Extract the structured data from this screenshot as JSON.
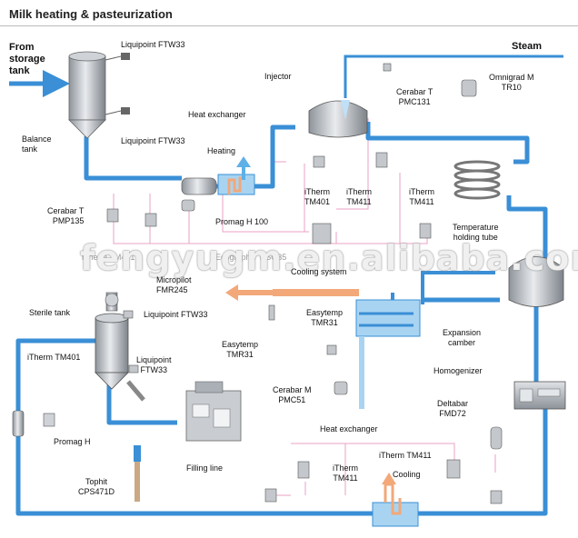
{
  "title": "Milk heating & pasteurization",
  "labels": {
    "from_storage": "From\nstorage\ntank",
    "steam": "Steam",
    "liquipoint_top": "Liquipoint FTW33",
    "liquipoint_mid": "Liquipoint FTW33",
    "balance_tank": "Balance\ntank",
    "heat_exchanger_top": "Heat exchanger",
    "heating": "Heating",
    "injector": "Injector",
    "cerabar_top": "Cerabar T\nPMC131",
    "omnigrad": "Omnigrad M\nTR10",
    "cerabar_left": "Cerabar T\nPMP135",
    "promag_h100": "Promag H 100",
    "itherm_tm401_a": "iTherm\nTM401",
    "itherm_tm411_a": "iTherm\nTM411",
    "itherm_tm411_b": "iTherm\nTM411",
    "temp_holding": "Temperature\nholding tube",
    "cooling_system": "Cooling system",
    "micropilot": "Micropilot\nFMR245",
    "sterile_tank": "Sterile tank",
    "liquipoint_sterile_top": "Liquipoint FTW33",
    "easytemp_a": "Easytemp\nTMR31",
    "expansion": "Expansion\ncamber",
    "itherm_tm401_b": "iTherm TM401",
    "liquipoint_sterile_bot": "Liquipoint\nFTW33",
    "easytemp_b": "Easytemp\nTMR31",
    "homogenizer": "Homogenizer",
    "cerabar_m": "Cerabar M\nPMC51",
    "deltabar": "Deltabar\nFMD72",
    "promag_h": "Promag H",
    "filling_line": "Filling line",
    "heat_exchanger_bot": "Heat exchanger",
    "itherm_tm411_c": "iTherm TM411",
    "itherm_tm411_d": "iTherm\nTM411",
    "cooling": "Cooling",
    "tophit": "Tophit\nCPS471D",
    "watermark": "fengyugm.en.alibaba.com",
    "ghost_left": "iTherm TM401",
    "ghost_mid": "Ecograph T RSG35"
  },
  "colors": {
    "milk_pipe": "#3a8fd6",
    "signal": "#e9a0c4",
    "heating_arrow": "#f2a879",
    "cooling_water": "#5fb0e6",
    "equipment": "#b8bcc2"
  }
}
